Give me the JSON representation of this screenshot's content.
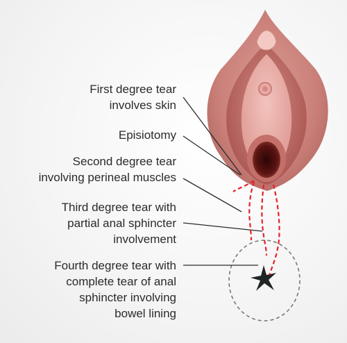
{
  "labels": {
    "first_degree": [
      "First degree tear",
      "involves skin"
    ],
    "episiotomy": [
      "Episiotomy"
    ],
    "second_degree": [
      "Second degree tear",
      "involving perineal muscles"
    ],
    "third_degree": [
      "Third degree tear with",
      "partial anal sphincter",
      "involvement"
    ],
    "fourth_degree": [
      "Fourth degree tear with",
      "complete tear of anal",
      "sphincter involving",
      "bowel lining"
    ]
  },
  "colors": {
    "outer_tissue": "#c98a84",
    "inner_tissue": "#b9625c",
    "tear_lines": "#e8202a",
    "leader_lines": "#2b2b2b",
    "anus_circle": "#777777"
  }
}
